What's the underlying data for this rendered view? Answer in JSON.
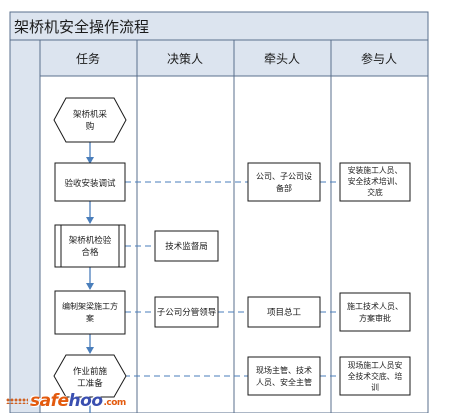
{
  "title": "架桥机安全操作流程",
  "columns": [
    "任务",
    "决策人",
    "牵头人",
    "参与人"
  ],
  "nodes": [
    {
      "id": "n1",
      "lines": [
        "架桥机采",
        "购"
      ],
      "shape": "hexagon"
    },
    {
      "id": "n2",
      "lines": [
        "验收安装调试"
      ],
      "shape": "rect"
    },
    {
      "id": "n3",
      "lines": [
        "架桥机检验",
        "合格"
      ],
      "shape": "process"
    },
    {
      "id": "n4",
      "lines": [
        "编制架梁施工方",
        "案"
      ],
      "shape": "rect"
    },
    {
      "id": "n5",
      "lines": [
        "作业前施",
        "工准备"
      ],
      "shape": "hexagon"
    },
    {
      "id": "d3",
      "lines": [
        "技术监督局"
      ],
      "shape": "rect"
    },
    {
      "id": "d4",
      "lines": [
        "子公司分管领导"
      ],
      "shape": "rect"
    },
    {
      "id": "l2",
      "lines": [
        "公司、子公司设",
        "备部"
      ],
      "shape": "rect"
    },
    {
      "id": "l4",
      "lines": [
        "项目总工"
      ],
      "shape": "rect"
    },
    {
      "id": "l5",
      "lines": [
        "现场主管、技术",
        "人员、安全主管"
      ],
      "shape": "rect"
    },
    {
      "id": "p2",
      "lines": [
        "安装施工人员、",
        "安全技术培训、",
        "交底"
      ],
      "shape": "rect"
    },
    {
      "id": "p4",
      "lines": [
        "施工技术人员、",
        "方案审批"
      ],
      "shape": "rect"
    },
    {
      "id": "p5",
      "lines": [
        "现场施工人员安",
        "全技术交底、培",
        "训"
      ],
      "shape": "rect"
    }
  ],
  "watermark": {
    "part1": "safe",
    "part2": "hoo",
    "tld": ".com"
  },
  "colors": {
    "line": "#4a7ebb",
    "border": "#5a6f8c",
    "header_bg": "#dce4ef",
    "box": "#1a1a1a"
  }
}
